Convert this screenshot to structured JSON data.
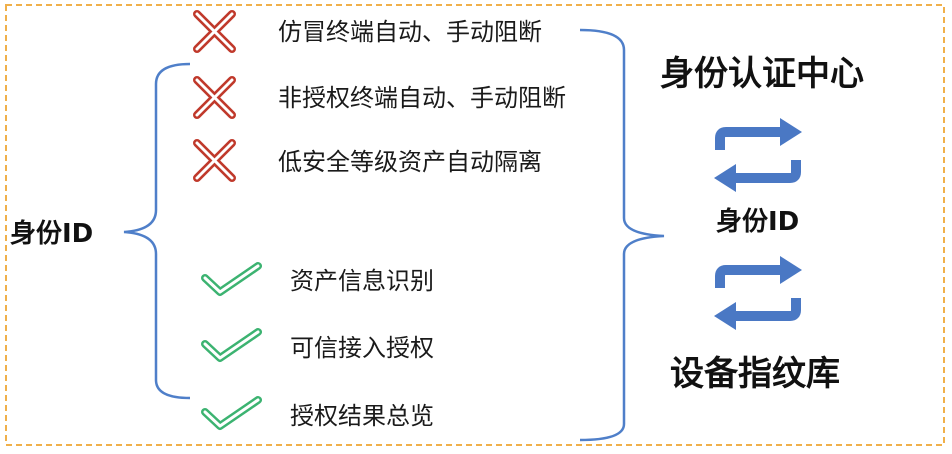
{
  "left_label": "身份ID",
  "blocked_items": [
    {
      "text": "仿冒终端自动、手动阻断",
      "icon": "cross-icon"
    },
    {
      "text": "非授权终端自动、手动阻断",
      "icon": "cross-icon"
    },
    {
      "text": "低安全等级资产自动隔离",
      "icon": "cross-icon"
    }
  ],
  "allowed_items": [
    {
      "text": "资产信息识别",
      "icon": "check-icon"
    },
    {
      "text": "可信接入授权",
      "icon": "check-icon"
    },
    {
      "text": "授权结果总览",
      "icon": "check-icon"
    }
  ],
  "right": {
    "top": "身份认证中心",
    "middle": "身份ID",
    "bottom": "设备指纹库"
  },
  "colors": {
    "cross": "#c0392b",
    "check": "#3cb371",
    "brace": "#4f7fc9",
    "sync": "#4a78c4",
    "border": "#f0b04a"
  }
}
